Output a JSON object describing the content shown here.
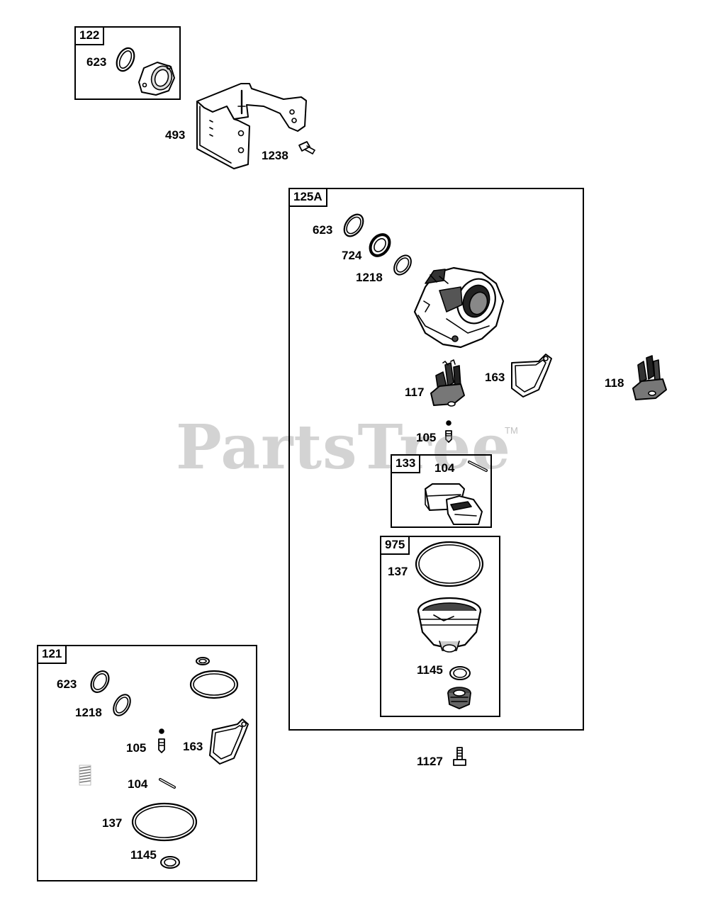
{
  "watermark": {
    "text": "PartsTree",
    "tm": "TM"
  },
  "boxes": {
    "b122": "122",
    "b125a": "125A",
    "b133": "133",
    "b975": "975",
    "b121": "121"
  },
  "callouts": {
    "c122_623": "623",
    "c493": "493",
    "c1238": "1238",
    "c125_623": "623",
    "c724": "724",
    "c125_1218": "1218",
    "c125_163": "163",
    "c117": "117",
    "c118": "118",
    "c125_105": "105",
    "c133_104": "104",
    "c975_137": "137",
    "c975_1145": "1145",
    "c1127": "1127",
    "c121_623": "623",
    "c121_1218": "1218",
    "c121_105": "105",
    "c121_163": "163",
    "c121_104": "104",
    "c121_137": "137",
    "c121_1145": "1145"
  }
}
